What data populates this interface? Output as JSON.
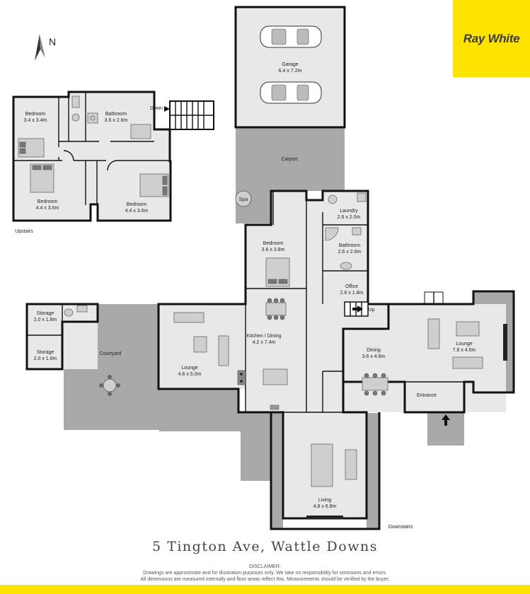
{
  "brand": {
    "name": "Ray White",
    "color": "#ffe300"
  },
  "compass": {
    "label": "N",
    "icon": "north-arrow-icon"
  },
  "floors": {
    "upstairs": "Upstairs",
    "downstairs": "Downstairs"
  },
  "stairs": {
    "down": "Down",
    "up": "Up"
  },
  "spa": "Spa",
  "rooms": {
    "garage": {
      "name": "Garage",
      "size": "6.4 x 7.2m"
    },
    "carport": {
      "name": "Carport"
    },
    "up_bed1": {
      "name": "Bedroom",
      "size": "3.4 x 3.4m"
    },
    "up_bath": {
      "name": "Bathroom",
      "size": "3.6 x 2.6m"
    },
    "up_bed2": {
      "name": "Bedroom",
      "size": "4.4 x 3.6m"
    },
    "up_bed3": {
      "name": "Bedroom",
      "size": "4.4 x 3.6m"
    },
    "laundry": {
      "name": "Laundry",
      "size": "2.6 x 2.0m"
    },
    "bedroom": {
      "name": "Bedroom",
      "size": "3.6 x 3.8m"
    },
    "bathroom": {
      "name": "Bathroom",
      "size": "2.6 x 2.6m"
    },
    "office": {
      "name": "Office",
      "size": "2.6 x 1.8m"
    },
    "storage1": {
      "name": "Storage",
      "size": "2.0 x 1.8m"
    },
    "storage2": {
      "name": "Storage",
      "size": "2.0 x 1.8m"
    },
    "courtyard": {
      "name": "Courtyard"
    },
    "kitchen": {
      "name": "Kitchen / Dining",
      "size": "4.2 x 7.4m"
    },
    "lounge_w": {
      "name": "Lounge",
      "size": "4.6 x 5.0m"
    },
    "dining": {
      "name": "Dining",
      "size": "3.6 x 4.8m"
    },
    "lounge_e": {
      "name": "Lounge",
      "size": "7.6 x 4.6m"
    },
    "entrance": {
      "name": "Entrance"
    },
    "living": {
      "name": "Living",
      "size": "4.8 x 6.8m"
    }
  },
  "address": "5 Tington Ave, Wattle Downs",
  "disclaimer": {
    "title": "DISCLAIMER:",
    "line1": "Drawings are approximate and for illustration purposes only. We take no responsibility for omissions and errors.",
    "line2": "All dimensions are measured internally and floor areas reflect this. Measurements should be verified by the buyer."
  }
}
